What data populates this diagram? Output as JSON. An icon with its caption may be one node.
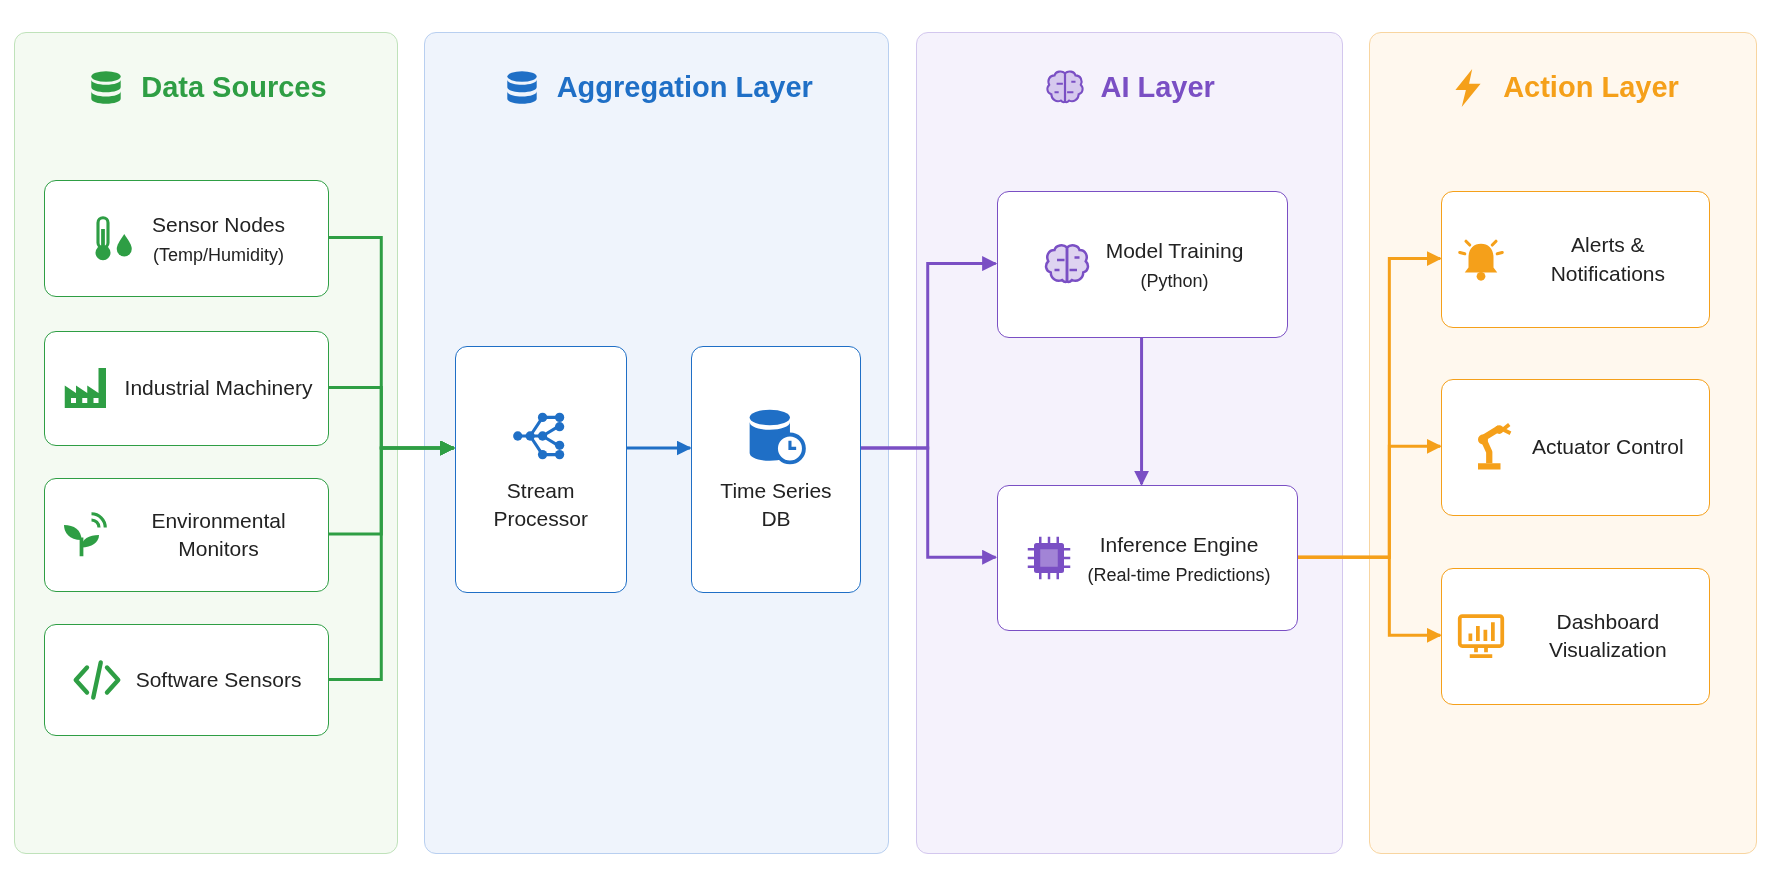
{
  "diagram": {
    "nodes": [
      {
        "text": [
          "Data Sources"
        ]
      },
      {
        "text": [
          "Sensor Nodes",
          "(Temp/Humidity)"
        ],
        "in": 0
      },
      {
        "text": [
          "Industrial Machinery"
        ],
        "in": 0
      },
      {
        "text": [
          "Environmental Monitors"
        ],
        "in": 0
      },
      {
        "text": [
          "Software Sensors"
        ],
        "in": 0
      },
      {
        "text": [
          "Aggregation Layer"
        ]
      },
      {
        "text": [
          "Stream Processor"
        ],
        "in": 5
      },
      {
        "text": [
          "Time Series DB"
        ],
        "in": 5
      },
      {
        "text": [
          "AI Layer"
        ]
      },
      {
        "text": [
          "Model Training",
          "(Python)"
        ],
        "in": 8
      },
      {
        "text": [
          "Inference Engine",
          "(Real-time Predictions)"
        ],
        "in": 8
      },
      {
        "text": [
          "Action Layer"
        ]
      },
      {
        "text": [
          "Alerts & Notifications"
        ],
        "in": 11
      },
      {
        "text": [
          "Actuator Control"
        ],
        "in": 11
      },
      {
        "text": [
          "Dashboard Visualization"
        ],
        "in": 11
      }
    ],
    "edges": [
      {
        "from": 1,
        "to": 6,
        "arrow": "to"
      },
      {
        "from": 2,
        "to": 6,
        "arrow": "to"
      },
      {
        "from": 3,
        "to": 6,
        "arrow": "to"
      },
      {
        "from": 4,
        "to": 6,
        "arrow": "to"
      },
      {
        "from": 6,
        "to": 7,
        "arrow": "to",
        "color": "#1f6fc6"
      },
      {
        "from": 7,
        "to": 9,
        "arrow": "to",
        "color": "#7a4fc4"
      },
      {
        "from": 7,
        "to": 10,
        "arrow": "to",
        "color": "#7a4fc4"
      },
      {
        "from": 9,
        "to": 10,
        "arrow": "to",
        "color": "#7a4fc4"
      },
      {
        "from": 10,
        "to": 12,
        "arrow": "to",
        "color": "#f5a01a"
      },
      {
        "from": 10,
        "to": 13,
        "arrow": "to",
        "color": "#f5a01a"
      },
      {
        "from": 10,
        "to": 14,
        "arrow": "to",
        "color": "#f5a01a"
      }
    ]
  }
}
